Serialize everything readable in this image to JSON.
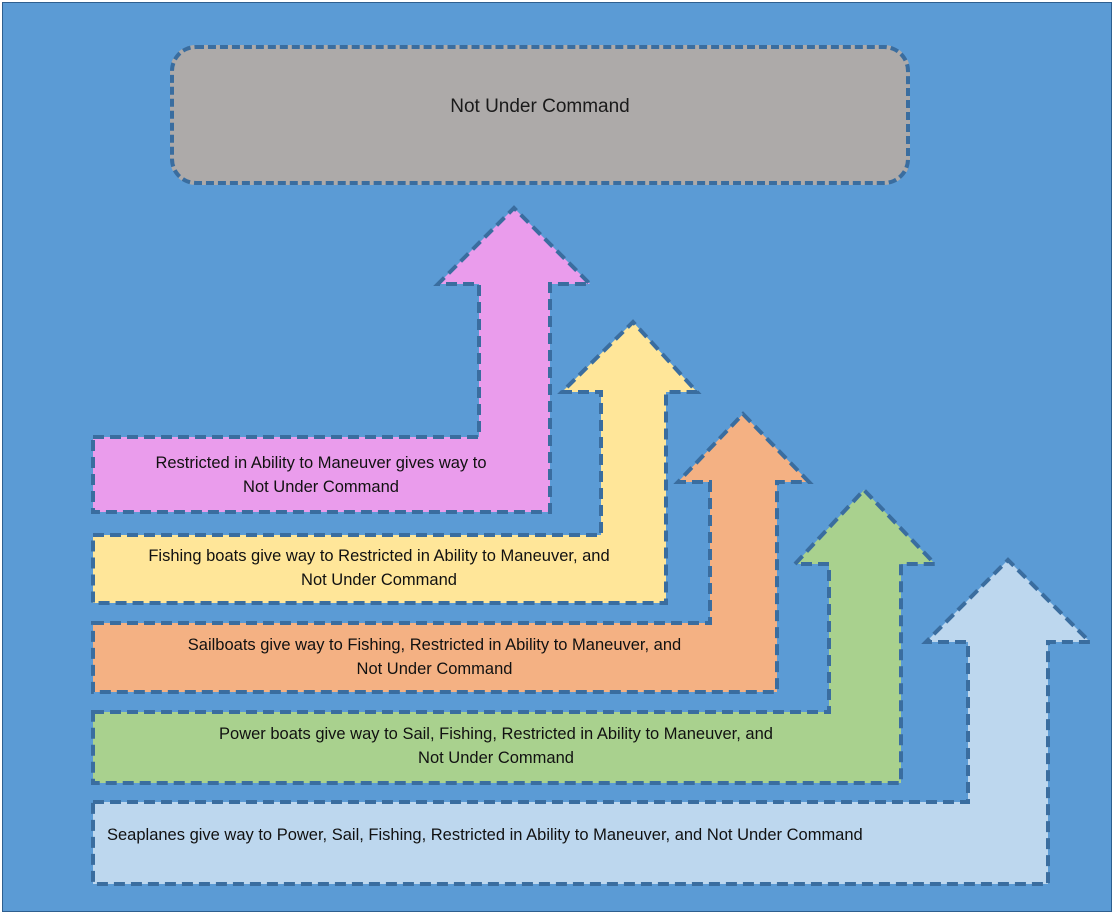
{
  "title": "Not Under Command",
  "colors": {
    "background": "#5b9bd5",
    "outline": "#3a6d9f",
    "top_box": "#adaaa9",
    "restricted": "#ea9cec",
    "fishing": "#ffe699",
    "sailboats": "#f4b183",
    "power": "#a9d18e",
    "seaplanes": "#bdd7ee"
  },
  "tiers": [
    {
      "id": "restricted",
      "line1": "Restricted in Ability to Maneuver gives way to",
      "line2": "Not Under Command"
    },
    {
      "id": "fishing",
      "line1": "Fishing boats give way to Restricted in Ability to Maneuver, and",
      "line2": "Not Under Command"
    },
    {
      "id": "sailboats",
      "line1": "Sailboats give way to Fishing, Restricted in Ability to Maneuver, and",
      "line2": "Not Under Command"
    },
    {
      "id": "power",
      "line1": "Power boats give way to Sail, Fishing, Restricted in Ability to Maneuver, and",
      "line2": "Not Under Command"
    },
    {
      "id": "seaplanes",
      "line1": "Seaplanes give way to Power, Sail, Fishing, Restricted in Ability to Maneuver, and Not Under Command",
      "line2": ""
    }
  ]
}
